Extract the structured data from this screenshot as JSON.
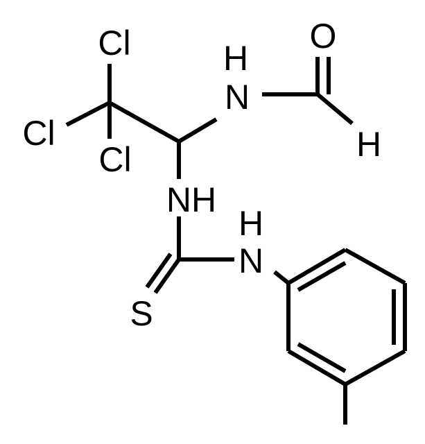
{
  "atoms": {
    "cl_top": "Cl",
    "cl_left": "Cl",
    "cl_mid": "Cl",
    "nh_formamide_h": "H",
    "nh_formamide_n": "N",
    "formyl_o": "O",
    "formyl_h": "H",
    "nh_thiourea_1": "NH",
    "nh_thiourea_2_h": "H",
    "nh_thiourea_2_n": "N",
    "thio_s": "S"
  },
  "colors": {
    "ink": "#000000",
    "background": "#ffffff"
  }
}
